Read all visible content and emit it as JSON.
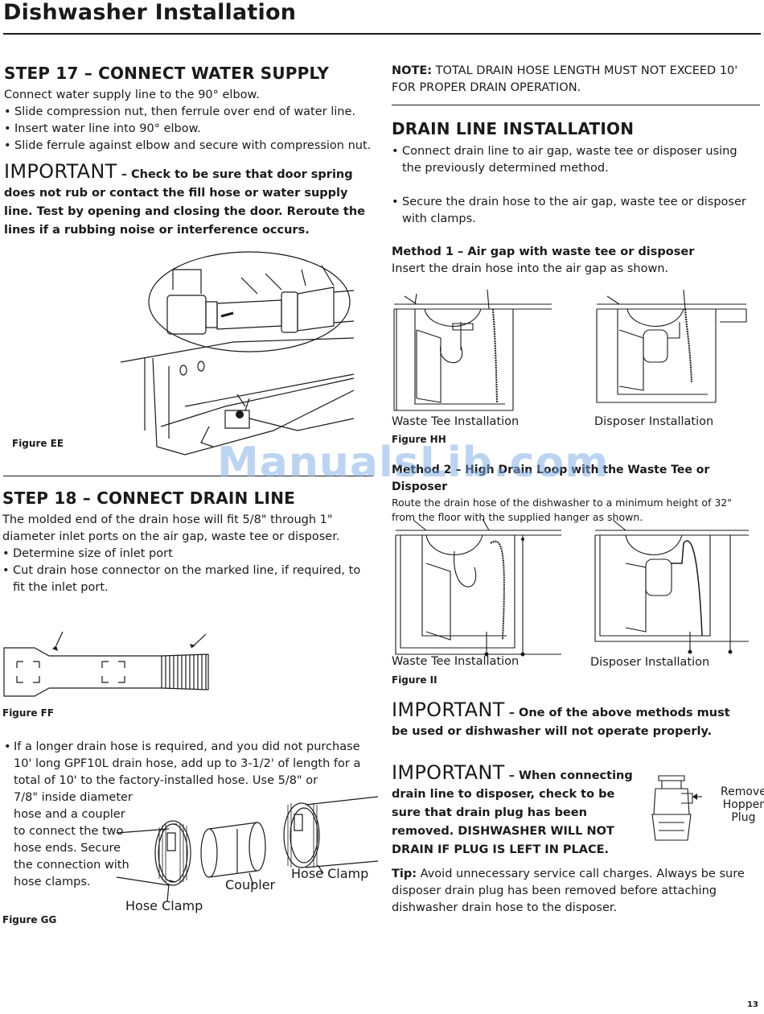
{
  "page": {
    "header_title": "Dishwasher Installation",
    "page_number": "13",
    "watermark": "ManualsLib.com"
  },
  "step17": {
    "heading": "STEP 17 – CONNECT WATER SUPPLY",
    "intro": "Connect water supply line to the 90° elbow.",
    "bullets": [
      "Slide compression nut, then ferrule over end of water line.",
      "Insert water line into 90° elbow.",
      "Slide ferrule against elbow and secure with compression nut."
    ],
    "important_word": "IMPORTANT",
    "important_text": "– Check to be sure that door spring does not rub or contact the fill hose or water supply line. Test by opening and closing the door. Reroute the lines if a rubbing noise or interference occurs.",
    "figure_label": "Figure EE"
  },
  "step18": {
    "heading": "STEP 18 – CONNECT DRAIN LINE",
    "intro": "The molded end of the drain hose will fit 5/8\" through 1\" diameter inlet ports on the air gap, waste tee or disposer.",
    "bullets": [
      "Determine size of inlet port",
      "Cut drain hose connector on the marked line, if required, to fit the inlet port."
    ],
    "figure_ff_label": "Figure FF",
    "longer_hose_wide": "If a longer drain hose is required, and you did not purchase 10' long GPF10L drain hose, add up to 3-1/2' of length for a total of 10' to the factory-installed hose. Use 5/8\" or",
    "longer_hose_narrow": "7/8\" inside diameter hose and a coupler to connect the two hose ends. Secure the connection with hose clamps.",
    "figure_gg_label": "Figure GG",
    "gg_labels": {
      "hose_clamp_left": "Hose Clamp",
      "coupler": "Coupler",
      "hose_clamp_right": "Hose Clamp"
    }
  },
  "right": {
    "note_label": "NOTE:",
    "note_text": "TOTAL DRAIN HOSE LENGTH MUST NOT EXCEED 10' FOR PROPER DRAIN OPERATION.",
    "drain_heading": "DRAIN LINE INSTALLATION",
    "drain_bullet_1": "Connect drain line to air gap, waste tee or disposer using the previously determined method.",
    "drain_bullet_2": "Secure the drain hose to the air gap, waste tee or disposer with clamps.",
    "method1_title": "Method 1 – Air gap with waste tee or disposer",
    "method1_text": "Insert the drain hose into the air gap as shown.",
    "hh_caption_left": "Waste Tee Installation",
    "hh_caption_right": "Disposer Installation",
    "figure_hh_label": "Figure HH",
    "method2_title": "Method 2 – High Drain Loop with the Waste Tee or Disposer",
    "method2_text": "Route the drain hose of the dishwasher to a minimum height of 32\" from the floor with the supplied hanger as shown.",
    "ii_caption_left": "Waste Tee Installation",
    "ii_caption_right": "Disposer Installation",
    "figure_ii_label": "Figure II",
    "important1_word": "IMPORTANT",
    "important1_text": "– One of the above methods must be used or dishwasher will not operate properly.",
    "important2_word": "IMPORTANT",
    "important2_text": "– When connecting drain line to disposer, check to be sure that drain plug has been removed. DISHWASHER WILL NOT DRAIN IF PLUG IS LEFT IN PLACE.",
    "plug_label_1": "Remove",
    "plug_label_2": "Hopper",
    "plug_label_3": "Plug",
    "tip_label": "Tip:",
    "tip_text": "Avoid unnecessary service call charges. Always be sure disposer drain plug has been removed before attaching dishwasher drain hose to the disposer."
  }
}
